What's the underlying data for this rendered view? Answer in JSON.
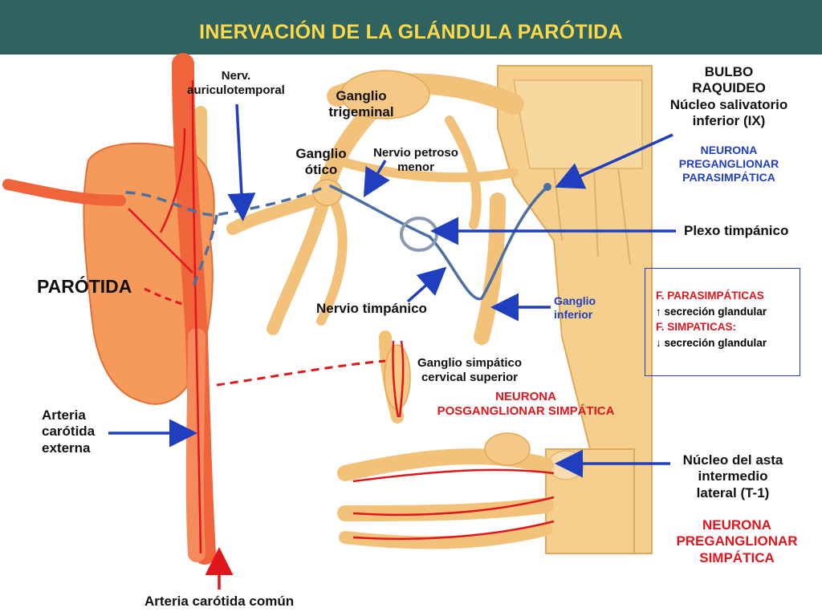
{
  "title": "INERVACIÓN  DE LA GLÁNDULA PARÓTIDA",
  "labels": {
    "nerv_auriculotemporal_1": "Nerv.",
    "nerv_auriculotemporal_2": "auriculotemporal",
    "ganglio_trigeminal_1": "Ganglio",
    "ganglio_trigeminal_2": "trigeminal",
    "ganglio_otico_1": "Ganglio",
    "ganglio_otico_2": "ótico",
    "nervio_petroso_1": "Nervio petroso",
    "nervio_petroso_2": "menor",
    "bulbo_1": "BULBO",
    "bulbo_2": "RAQUIDEO",
    "bulbo_3": "Núcleo salivatorio",
    "bulbo_4": "inferior (IX)",
    "neurona_pre_para_1": "NEURONA",
    "neurona_pre_para_2": "PREGANGLIONAR",
    "neurona_pre_para_3": "PARASIMPÁTICA",
    "plexo_timpanico": "Plexo timpánico",
    "parotida": "PARÓTIDA",
    "nervio_timpanico": "Nervio timpánico",
    "ganglio_inferior_1": "Ganglio",
    "ganglio_inferior_2": "inferior",
    "ganglio_simpatico_1": "Ganglio simpático",
    "ganglio_simpatico_2": "cervical superior",
    "neurona_pos_simp_1": "NEURONA",
    "neurona_pos_simp_2": "POSGANGLIONAR SIMPÁTICA",
    "arteria_externa_1": "Arteria",
    "arteria_externa_2": "carótida",
    "arteria_externa_3": "externa",
    "nucleo_asta_1": "Núcleo del asta",
    "nucleo_asta_2": "intermedio",
    "nucleo_asta_3": "lateral (T-1)",
    "neurona_pre_simp_1": "NEURONA",
    "neurona_pre_simp_2": "PREGANGLIONAR",
    "neurona_pre_simp_3": "SIMPÁTICA",
    "arteria_comun": "Arteria carótida común"
  },
  "legend": {
    "line1": "F. PARASIMPÁTICAS",
    "line2": "↑ secreción glandular",
    "line3": "F. SIMPATICAS:",
    "line4": "↓ secreción glandular"
  },
  "colors": {
    "banner": "#2f6360",
    "title": "#ffd84a",
    "arrow_blue": "#1f3fbf",
    "arrow_red": "#e0161c",
    "nerve": "#f2c27a",
    "gland": "#f59a5a",
    "artery": "#f0643c"
  }
}
